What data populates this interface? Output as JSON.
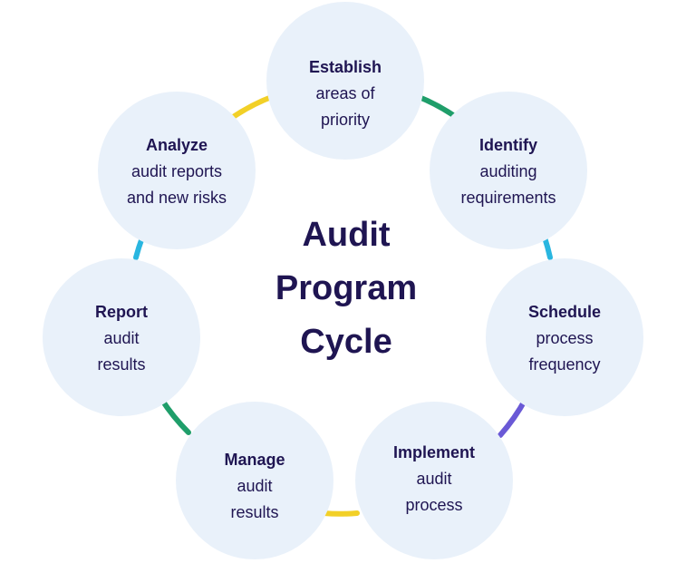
{
  "title": [
    "Audit",
    "Program",
    "Cycle"
  ],
  "colors": {
    "circle_fill": "#e9f1fa",
    "text": "#1f1552",
    "yellow": "#f2d027",
    "green": "#1f9e6a",
    "cyan": "#29b6e0",
    "purple": "#6a59d6"
  },
  "steps": [
    {
      "heading": "Establish",
      "lines": [
        "areas of",
        "priority"
      ]
    },
    {
      "heading": "Identify",
      "lines": [
        "auditing",
        "requirements"
      ]
    },
    {
      "heading": "Schedule",
      "lines": [
        "process",
        "frequency"
      ]
    },
    {
      "heading": "Implement",
      "lines": [
        "audit",
        "process"
      ]
    },
    {
      "heading": "Manage",
      "lines": [
        "audit",
        "results"
      ]
    },
    {
      "heading": "Report",
      "lines": [
        "audit",
        "results"
      ]
    },
    {
      "heading": "Analyze",
      "lines": [
        "audit reports",
        "and new risks"
      ]
    }
  ]
}
